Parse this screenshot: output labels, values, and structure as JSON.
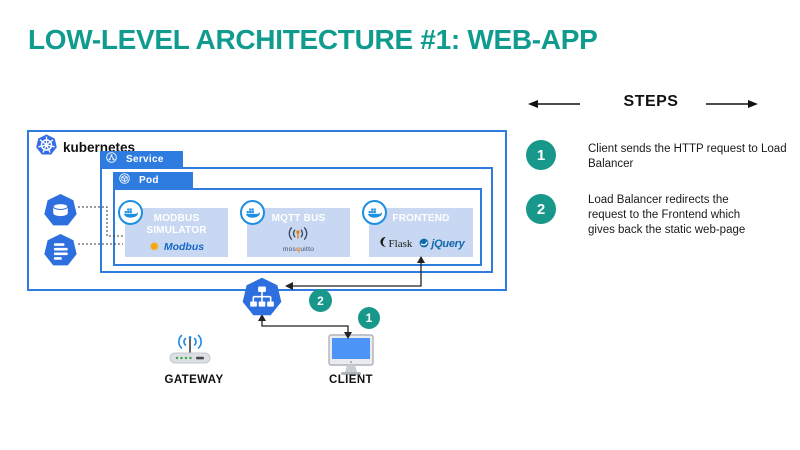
{
  "title": "LOW-LEVEL ARCHITECTURE #1: WEB-APP",
  "colors": {
    "title_teal": "#0F9C8F",
    "step_badge_teal": "#17988A",
    "k8s_border_blue": "#2E7CE0",
    "resource_node_blue": "#2E6FDF",
    "container_fill_blue": "#C9D8F2",
    "docker_blue": "#1D8FE1",
    "jquery_blue": "#1169AE",
    "mosquitto_navy": "#3B4A68",
    "modbus_blue": "#1467C8",
    "modbus_star_orange": "#F7A60D"
  },
  "cluster": {
    "label": "kubernetes",
    "service_label": "Service",
    "pod_label": "Pod",
    "containers": [
      {
        "title": "MODBUS SIMULATOR",
        "logo_star": "✹",
        "logo_text": "Modbus"
      },
      {
        "title": "MQTT BUS",
        "logo_prefix": "mos",
        "logo_accent": "q",
        "logo_suffix": "uitto"
      },
      {
        "title": "FRONTEND",
        "logo_flask": "Flask",
        "logo_jquery": "jQuery"
      }
    ]
  },
  "flow": {
    "badge_1": "1",
    "badge_2": "2"
  },
  "external": {
    "gateway_label": "GATEWAY",
    "client_label": "CLIENT"
  },
  "steps_panel": {
    "header": "STEPS",
    "steps": [
      {
        "number": "1",
        "text": "Client sends the HTTP request to Load Balancer"
      },
      {
        "number": "2",
        "text": "Load Balancer redirects the request to the Frontend which gives back the static web-page"
      }
    ]
  }
}
